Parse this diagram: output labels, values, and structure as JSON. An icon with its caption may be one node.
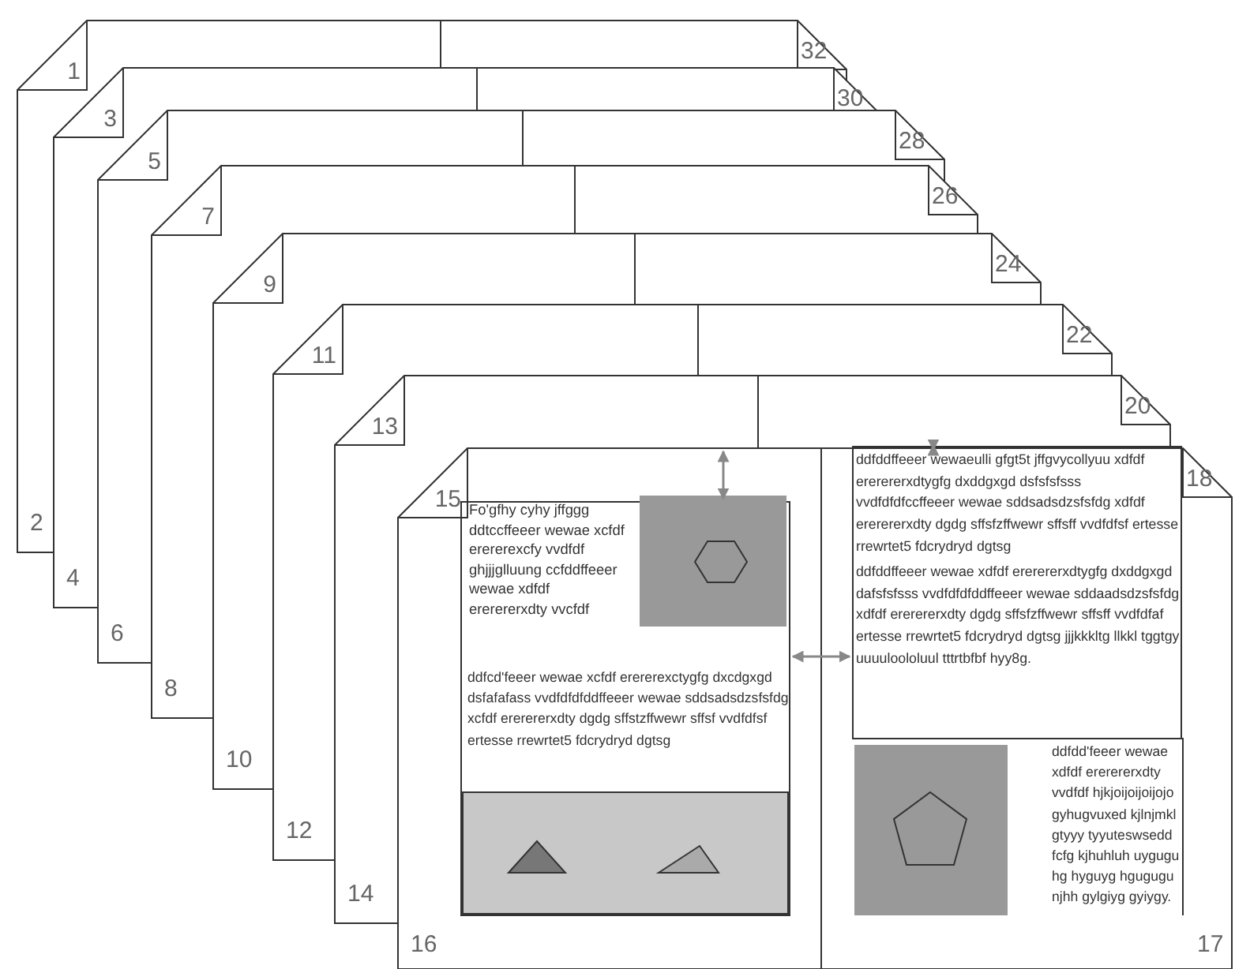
{
  "diagram": {
    "labels": [
      "1",
      "32",
      "3",
      "30",
      "5",
      "28",
      "7",
      "26",
      "9",
      "24",
      "11",
      "22",
      "13",
      "20",
      "15",
      "18",
      "Fo'gfhy cyhy jffggg ddtccffeeer wewae xcfdf erererexcfy vvdfdf ghjjjglluung ccfddffeeer wewae xdfdf ererererxdty vvcfdf",
      "ddfddffeeer wewaeulli gfgt5t jffgvycollyuu xdfdf ererererxdtygfg dxddgxgd dsfsfsfsss vvdfdfdfccffeeer wewae sddsadsdzsfsfdg xdfdf ererererxdty dgdg sffsfzffwewr sffsff vvdfdfsf ertesse rrewrtet5 fdcrydryd dgtsg",
      "ddfcd'feeer wewae xcfdf erererexctygfg dxcdgxgd dsfafafass vvdfdfdfddffeeer wewae sddsadsdzsfsfdg xcfdf ererererxdty dgdg sffstzffwewr sffsf vvdfdfsf ertesse rrewrtet5 fdcrydryd dgtsg",
      "ddfddffeeer wewae xdfdf ererererxdtygfg dxddgxgd dafsfsfsss vvdfdfdfddffeeer wewae sddaadsdzsfsfdg xdfdf ererererxdty dgdg sffsfzffwewr sffsff vvdfdfaf ertesse rrewrtet5 fdcrydryd dgtsg jjjkkkltg llkkl tggtgy uuuuloololuul tttrtbfbf hyy8g.",
      "ddfdd'feeer wewae xdfdf ererererxdty vvdfdf hjkjoijoijoijojo gyhugvuxed kjlnjmkl gtyyy tyyuteswsedd fcfg kjhuhluh uygugu hg hyguyg hgugugu njhh gylgiyg gyiygy.",
      "2",
      "4",
      "6",
      "8",
      "10",
      "12",
      "14",
      "16",
      "17"
    ]
  }
}
